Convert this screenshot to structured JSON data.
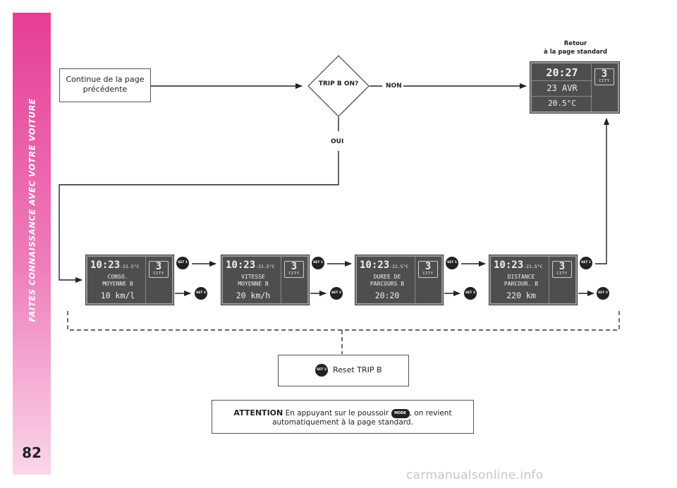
{
  "sidebar": {
    "title": "FAITES CONNAISSANCE AVEC VOTRE VOITURE",
    "page_number": "82"
  },
  "flow": {
    "start_box": {
      "line1": "Continue de la page",
      "line2": "précédente"
    },
    "decision": "TRIP B ON?",
    "no_label": "NON",
    "yes_label": "OUI",
    "return_label": {
      "line1": "Retour",
      "line2": "à la page standard"
    }
  },
  "standard_display": {
    "time": "20:27",
    "date": "23 AVR",
    "temp": "20.5°C",
    "gear": "3",
    "mode": "CITY"
  },
  "screens": [
    {
      "time": "10:23",
      "temp": "-21.5°C",
      "gear": "3",
      "mode": "CITY",
      "line1": "CONSO.",
      "line2": "MOYENNE B",
      "value": "10 km/l"
    },
    {
      "time": "10:23",
      "temp": "-21.5°C",
      "gear": "3",
      "mode": "CITY",
      "line1": "VITESSE",
      "line2": "MOYENNE B",
      "value": "20 km/h"
    },
    {
      "time": "10:23",
      "temp": "-21.5°C",
      "gear": "3",
      "mode": "CITY",
      "line1": "DUREE DE",
      "line2": "PARCOURS B",
      "value": "20:20"
    },
    {
      "time": "10:23",
      "temp": "-21.5°C",
      "gear": "3",
      "mode": "CITY",
      "line1": "DISTANCE",
      "line2": "PARCOUR. B",
      "value": "220 km"
    }
  ],
  "buttons": {
    "set1": "SET 1",
    "set2": "SET 2",
    "mode": "MODE"
  },
  "reset": {
    "label": "Reset TRIP B"
  },
  "attention": {
    "title": "ATTENTION",
    "text_before": "En appuyant sur le poussoir",
    "text_after": ", on revient",
    "line2": "automatiquement à la page standard."
  },
  "watermark": "carmanualsonline.info"
}
